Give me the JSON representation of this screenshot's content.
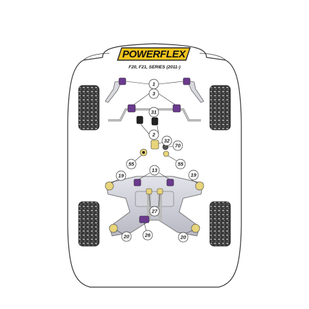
{
  "brand": {
    "name": "POWERFLEX",
    "model": "F20, F21, SERIES (2011-)",
    "badge_color": "#f4c51c"
  },
  "colors": {
    "bush_purple": "#6b3a8e",
    "bush_yellow": "#e8d47a",
    "subframe_fill": "#cfd0d8"
  },
  "callouts": [
    {
      "id": "1",
      "label": "1"
    },
    {
      "id": "3",
      "label": "3"
    },
    {
      "id": "31",
      "label": "31"
    },
    {
      "id": "2",
      "label": "2"
    },
    {
      "id": "32",
      "label": "32"
    },
    {
      "id": "70",
      "label": "70"
    },
    {
      "id": "55a",
      "label": "55"
    },
    {
      "id": "55b",
      "label": "55"
    },
    {
      "id": "13",
      "label": "13"
    },
    {
      "id": "19a",
      "label": "19"
    },
    {
      "id": "19b",
      "label": "19"
    },
    {
      "id": "27",
      "label": "27"
    },
    {
      "id": "26",
      "label": "26"
    },
    {
      "id": "20a",
      "label": "20"
    },
    {
      "id": "20b",
      "label": "20"
    }
  ]
}
